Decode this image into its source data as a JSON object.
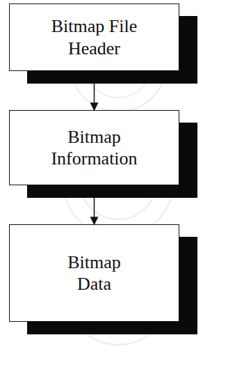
{
  "diagram": {
    "nodes": [
      {
        "text": [
          "Bitmap File Header"
        ]
      },
      {
        "text": [
          "Bitmap Information"
        ]
      },
      {
        "text": [
          "Bitmap Data"
        ]
      }
    ],
    "edges": [
      {
        "from": 0,
        "to": 1,
        "arrow": "to"
      },
      {
        "from": 1,
        "to": 2,
        "arrow": "to"
      }
    ]
  }
}
